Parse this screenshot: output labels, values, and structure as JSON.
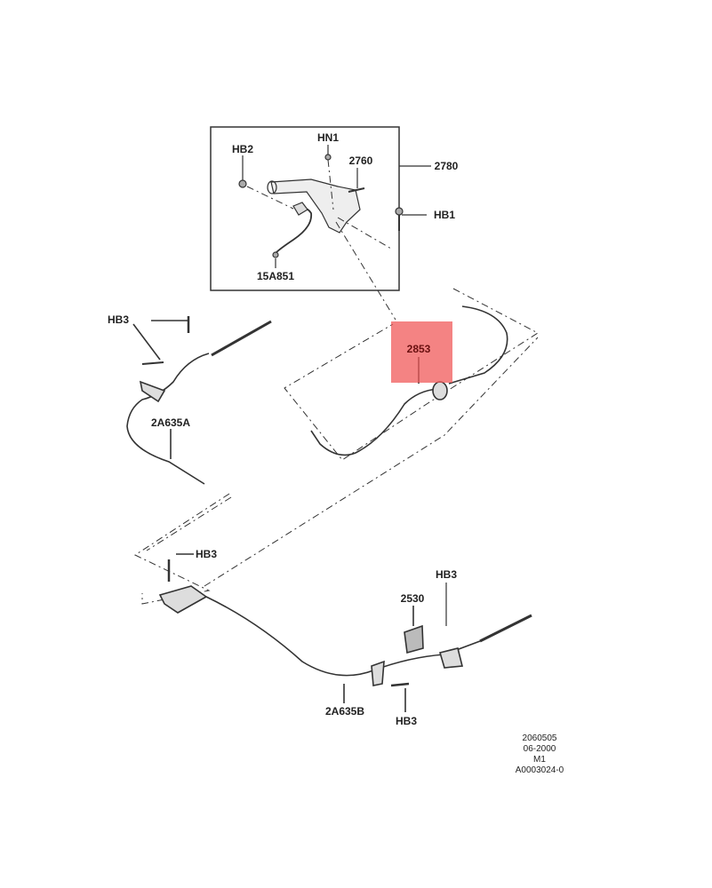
{
  "parts": {
    "hb2": "HB2",
    "hn1": "HN1",
    "p2760": "2760",
    "p2780": "2780",
    "hb1": "HB1",
    "p15a851": "15A851",
    "hb3_top": "HB3",
    "p2853": "2853",
    "p2a635a": "2A635A",
    "hb3_mid": "HB3",
    "hb3_right": "HB3",
    "p2530": "2530",
    "p2a635b": "2A635B",
    "hb3_bottom": "HB3"
  },
  "highlight": {
    "part": "2853",
    "color": "#f05a5a"
  },
  "reference": [
    "2060505",
    "06-2000",
    "M1",
    "A0003024-0"
  ]
}
